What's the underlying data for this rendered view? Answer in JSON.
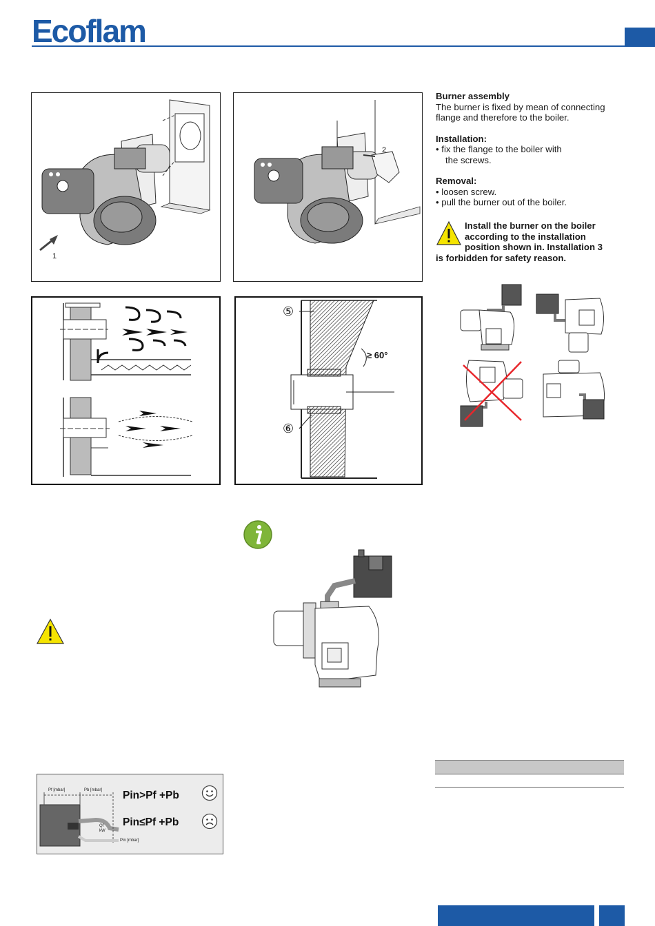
{
  "brand": {
    "name": "Ecoflam",
    "color": "#1d5aa6"
  },
  "figures": {
    "fig1_label": "1",
    "fig2_label": "2",
    "fig4_item5": "⑤",
    "fig4_item6": "⑥",
    "fig4_angle": "≥ 60°"
  },
  "text": {
    "assembly_title": "Burner assembly",
    "assembly_line1": "The burner is fixed by mean of connecting",
    "assembly_line2": "flange and therefore to the boiler.",
    "installation_title": "Installation:",
    "installation_item1_a": "•  fix the flange to the boiler with",
    "installation_item1_b": "the screws.",
    "removal_title": "Removal:",
    "removal_item1": "•  loosen screw.",
    "removal_item2": "•  pull the burner out of the boiler.",
    "warning_line1": "Install the burner on the boiler",
    "warning_line2": "according to the installation",
    "warning_line3": "position shown in. Installation 3",
    "warning_line4": "is forbidden for safety reason."
  },
  "pressure": {
    "formula_ok": "Pin>Pf +Pb",
    "formula_bad": "Pin≤Pf +Pb",
    "label_pf": "Pf [mbar]",
    "label_pb": "Pb [mbar]",
    "label_pin": "Pin [mbar]",
    "label_q": "Qf",
    "label_kw": "kW"
  },
  "colors": {
    "warning_yellow": "#f5e400",
    "info_green": "#7fb539",
    "forbidden_red": "#e8262b",
    "accent_blue": "#1d5aa6"
  },
  "icons": [
    "warning-triangle-icon",
    "info-icon",
    "smiley-happy-icon",
    "smiley-sad-icon"
  ]
}
